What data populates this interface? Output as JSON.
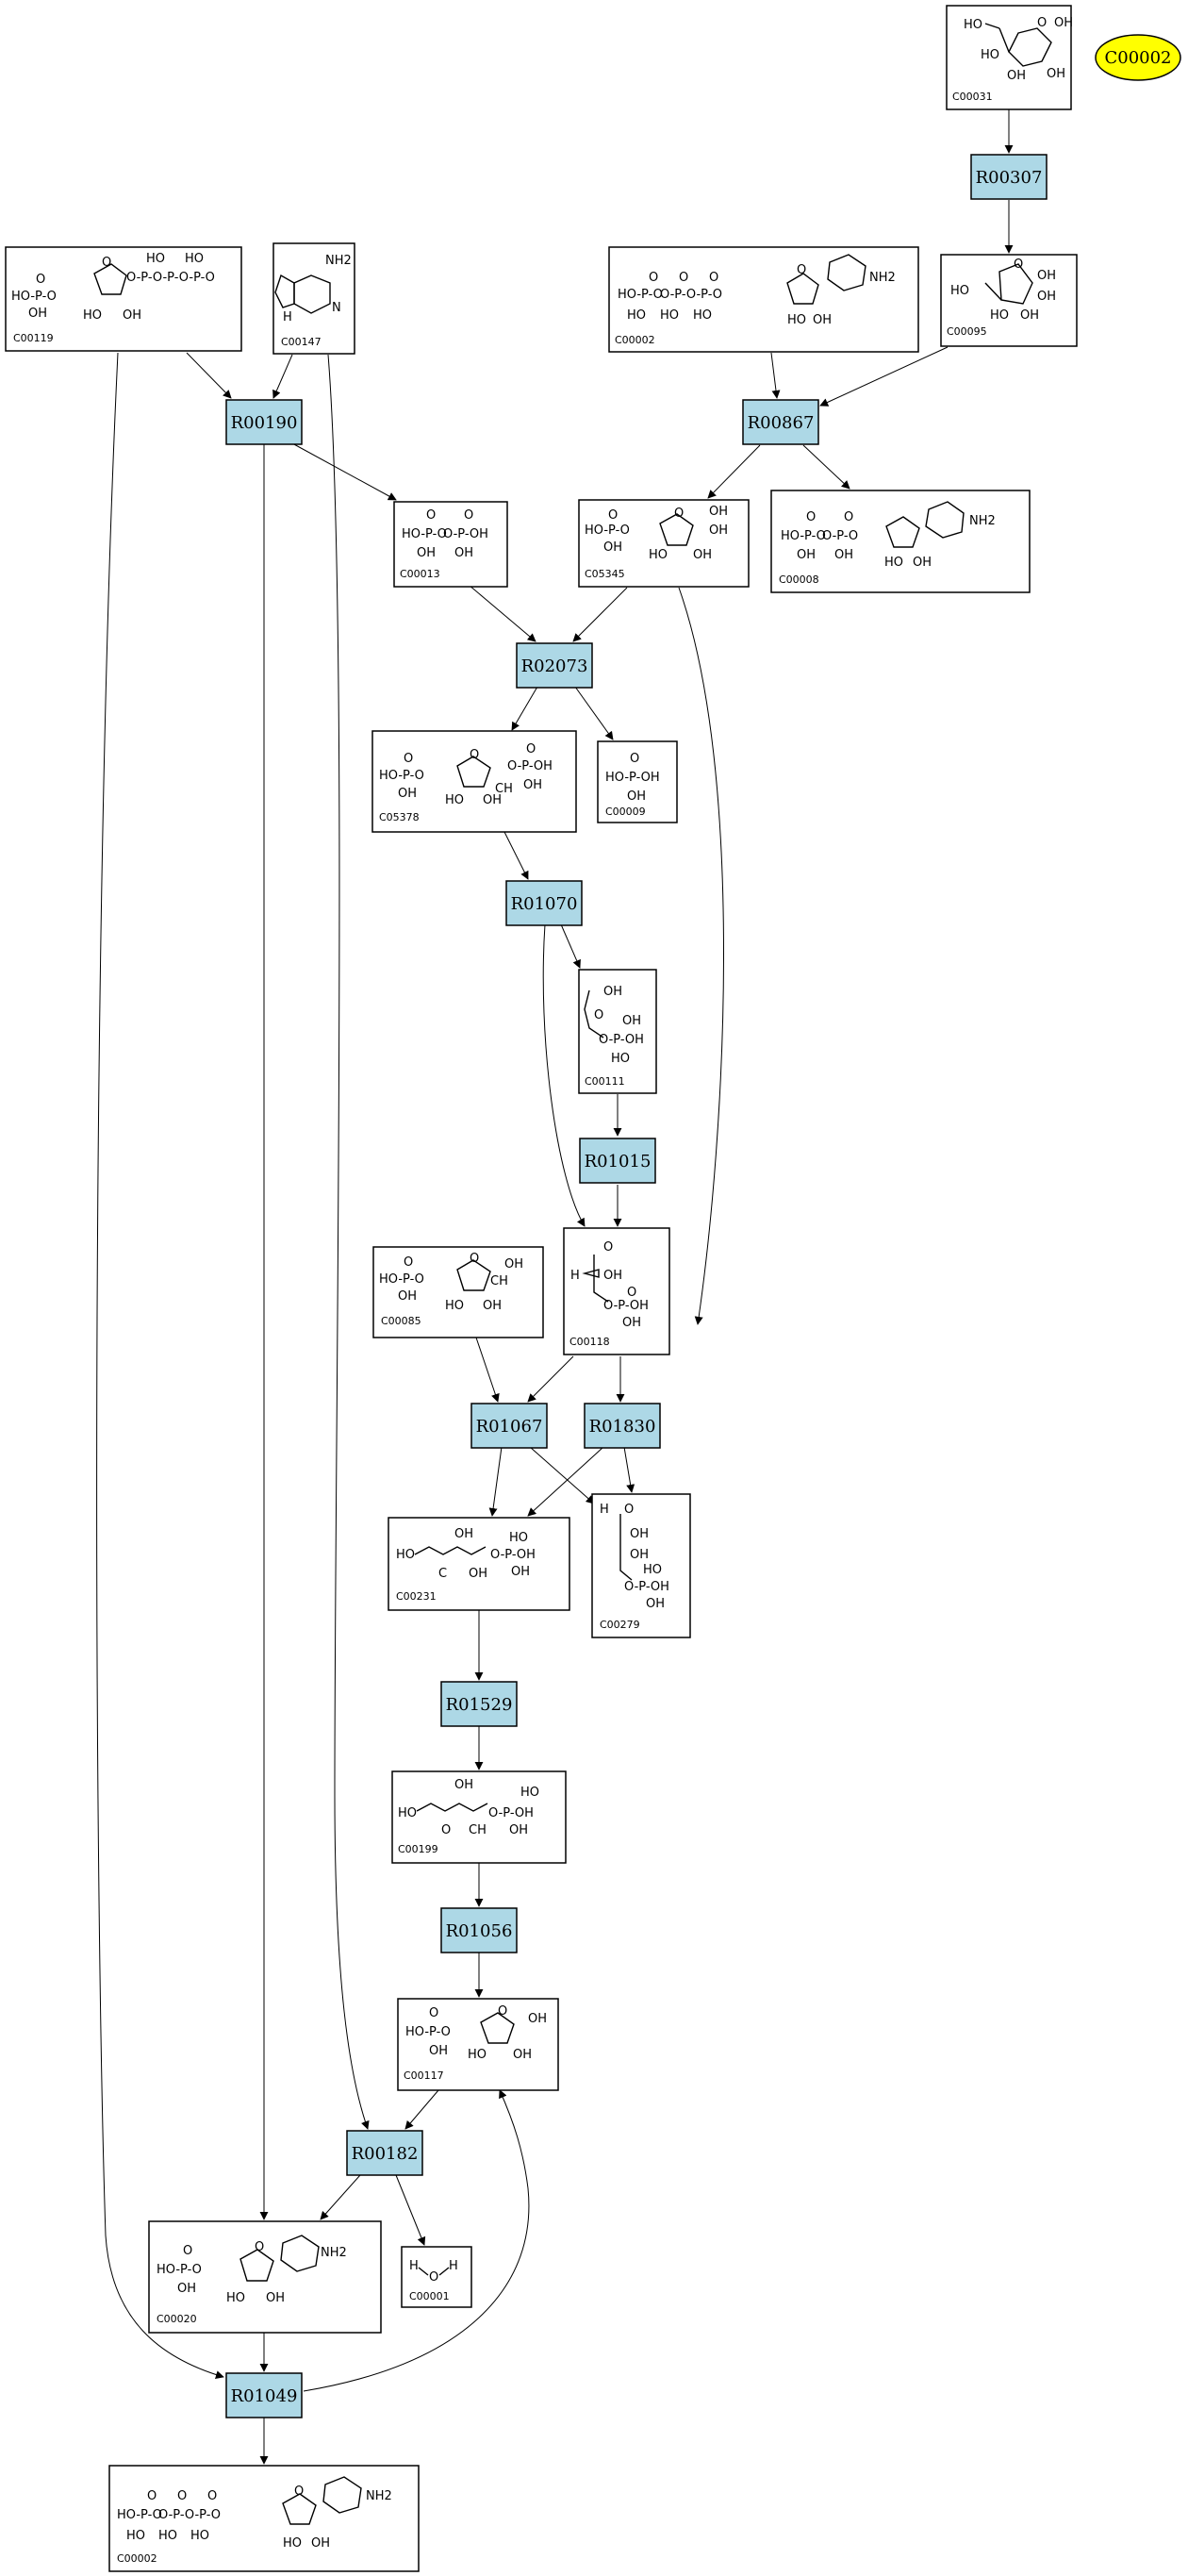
{
  "legend": {
    "label": "C00002",
    "color": "#ffff00"
  },
  "colors": {
    "reaction_fill": "#add8e6",
    "legend_fill": "#ffff00"
  },
  "reactions": [
    {
      "id": "r_R00307",
      "label": "R00307"
    },
    {
      "id": "r_R00867",
      "label": "R00867"
    },
    {
      "id": "r_R00190",
      "label": "R00190"
    },
    {
      "id": "r_R02073",
      "label": "R02073"
    },
    {
      "id": "r_R01070",
      "label": "R01070"
    },
    {
      "id": "r_R01015",
      "label": "R01015"
    },
    {
      "id": "r_R01067",
      "label": "R01067"
    },
    {
      "id": "r_R01830",
      "label": "R01830"
    },
    {
      "id": "r_R01529",
      "label": "R01529"
    },
    {
      "id": "r_R01056",
      "label": "R01056"
    },
    {
      "id": "r_R00182",
      "label": "R00182"
    },
    {
      "id": "r_R01049",
      "label": "R01049"
    }
  ],
  "compounds": [
    {
      "id": "c_C00031",
      "label": "C00031"
    },
    {
      "id": "c_C00095",
      "label": "C00095"
    },
    {
      "id": "c_C00002a",
      "label": "C00002"
    },
    {
      "id": "c_C00119",
      "label": "C00119"
    },
    {
      "id": "c_C00147",
      "label": "C00147"
    },
    {
      "id": "c_C00013",
      "label": "C00013"
    },
    {
      "id": "c_C05345",
      "label": "C05345"
    },
    {
      "id": "c_C00008",
      "label": "C00008"
    },
    {
      "id": "c_C05378",
      "label": "C05378"
    },
    {
      "id": "c_C00009",
      "label": "C00009"
    },
    {
      "id": "c_C00111",
      "label": "C00111"
    },
    {
      "id": "c_C00118",
      "label": "C00118"
    },
    {
      "id": "c_C00085",
      "label": "C00085"
    },
    {
      "id": "c_C00231",
      "label": "C00231"
    },
    {
      "id": "c_C00279",
      "label": "C00279"
    },
    {
      "id": "c_C00199",
      "label": "C00199"
    },
    {
      "id": "c_C00117",
      "label": "C00117"
    },
    {
      "id": "c_C00020",
      "label": "C00020"
    },
    {
      "id": "c_C00001",
      "label": "C00001"
    },
    {
      "id": "c_C00002b",
      "label": "C00002"
    }
  ],
  "atoms": {
    "OH": "OH",
    "HO": "HO",
    "O": "O",
    "P": "P",
    "NH2": "NH2",
    "N": "N",
    "H": "H",
    "C": "C",
    "CH": "CH",
    "HO_P_O": "HO-P-O",
    "O_P_O": "O-P-O",
    "HO_P_OH": "HO-P-OH",
    "O_P_OH": "O-P-OH",
    "OPOH": "O-P-OH",
    "triP": "O-P-O-P-O-P-O",
    "diP": "O-P-O-P-O"
  }
}
